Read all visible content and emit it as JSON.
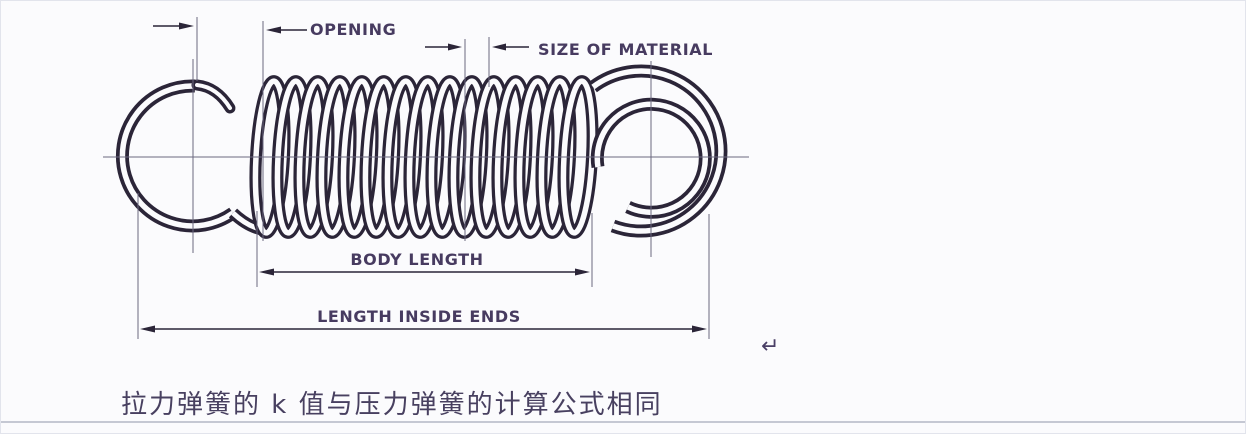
{
  "diagram": {
    "type": "extension-spring-dimension-diagram",
    "labels": {
      "opening": "OPENING",
      "size_of_material": "SIZE OF MATERIAL",
      "body_length": "BODY LENGTH",
      "length_inside_ends": "LENGTH INSIDE ENDS"
    },
    "symbols": {
      "return_mark": "↵"
    }
  },
  "caption": {
    "text": "拉力弹簧的 k 值与压力弹簧的计算公式相同"
  },
  "colors": {
    "background": "#fbfbfd",
    "wire": "#2b2538",
    "label_text": "#473b60",
    "thin_line": "#6b6880",
    "bottom_rule": "#c5c8d3"
  }
}
